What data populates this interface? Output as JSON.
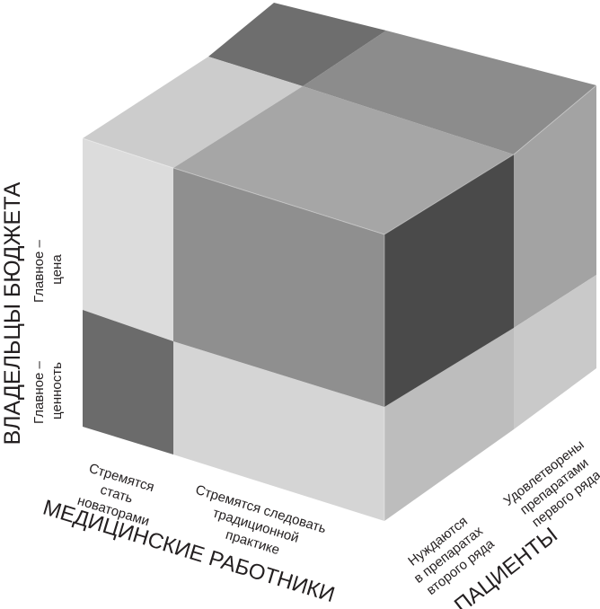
{
  "axes": {
    "budget_owners": {
      "title": "ВЛАДЕЛЬЦЫ БЮДЖЕТА",
      "level_top": [
        "Главное –",
        "цена"
      ],
      "level_bottom": [
        "Главное –",
        "ценность"
      ]
    },
    "medical_workers": {
      "title": "МЕДИЦИНСКИЕ РАБОТНИКИ",
      "level_left": [
        "Стремятся",
        "стать",
        "новаторами"
      ],
      "level_right": [
        "Стремятся следовать",
        "традиционной",
        "практике"
      ]
    },
    "patients": {
      "title": "ПАЦИЕНТЫ",
      "level_front": [
        "Нуждаются",
        "в препаратах",
        "второго ряда"
      ],
      "level_back": [
        "Удовлетворены",
        "препаратами",
        "первого ряда"
      ]
    }
  },
  "colors": {
    "front_top_left": "#dcdcdc",
    "front_bottom_left": "#6b6b6b",
    "front_bottom_right": "#d5d5d5",
    "top_light": "#cccccc",
    "top_mid": "#9a9a9a",
    "top_dark": "#6e6e6e",
    "top_back_right": "#8c8c8c",
    "side_upper": "#a3a3a3",
    "side_lower_front": "#bdbdbd",
    "side_lower_back": "#c9c9c9",
    "center_front": "#8f8f8f",
    "center_top": "#a6a6a6",
    "center_side": "#4a4a4a"
  }
}
